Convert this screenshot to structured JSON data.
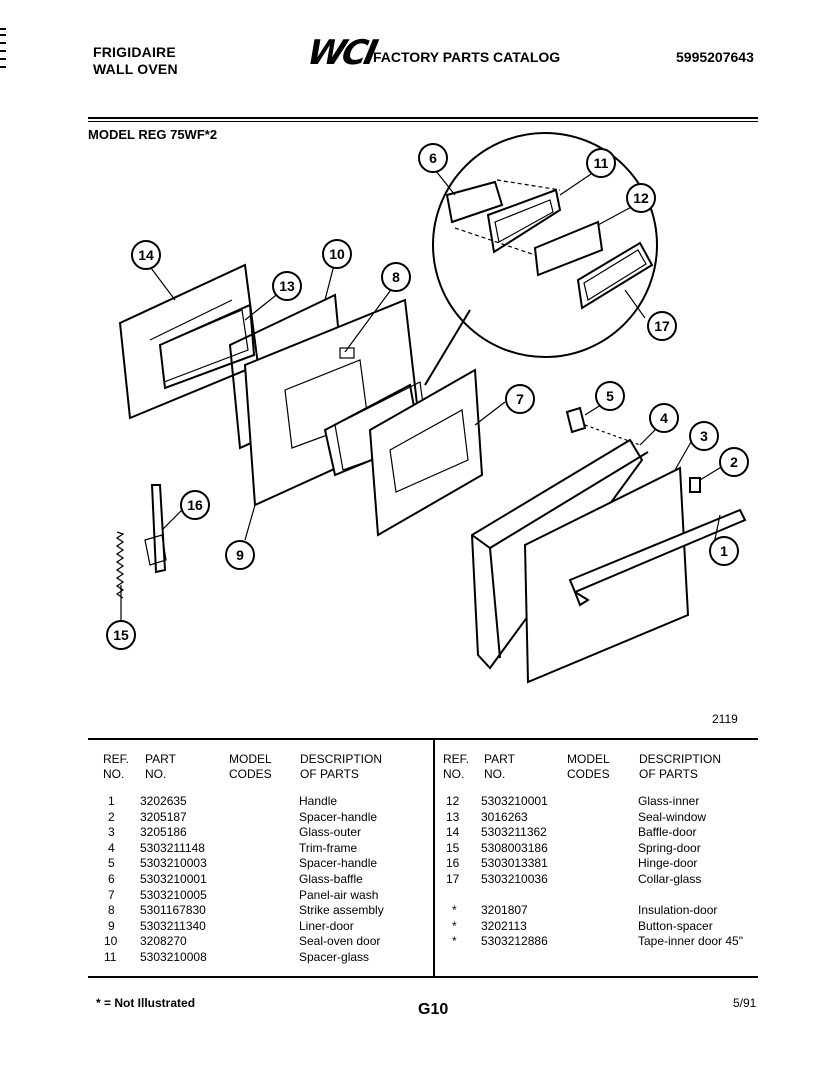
{
  "header": {
    "brand_line1": "FRIGIDAIRE",
    "brand_line2": "WALL OVEN",
    "logo_text": "WCI",
    "catalog_title": "FACTORY PARTS CATALOG",
    "catalog_number": "5995207643",
    "model_label": "MODEL REG 75WF*2"
  },
  "diagram": {
    "callouts": [
      "1",
      "2",
      "3",
      "4",
      "5",
      "6",
      "7",
      "8",
      "9",
      "10",
      "11",
      "12",
      "13",
      "14",
      "15",
      "16",
      "17"
    ],
    "figure_number": "2119"
  },
  "table": {
    "headers": {
      "ref": [
        "REF.",
        "NO."
      ],
      "part": [
        "PART",
        "NO."
      ],
      "model": [
        "MODEL",
        "CODES"
      ],
      "desc": [
        "DESCRIPTION",
        "OF PARTS"
      ]
    },
    "left_rows": [
      {
        "ref": "1",
        "part": "3202635",
        "desc": "Handle"
      },
      {
        "ref": "2",
        "part": "3205187",
        "desc": "Spacer-handle"
      },
      {
        "ref": "3",
        "part": "3205186",
        "desc": "Glass-outer"
      },
      {
        "ref": "4",
        "part": "5303211148",
        "desc": "Trim-frame"
      },
      {
        "ref": "5",
        "part": "5303210003",
        "desc": "Spacer-handle"
      },
      {
        "ref": "6",
        "part": "5303210001",
        "desc": "Glass-baffle"
      },
      {
        "ref": "7",
        "part": "5303210005",
        "desc": "Panel-air wash"
      },
      {
        "ref": "8",
        "part": "5301167830",
        "desc": "Strike assembly"
      },
      {
        "ref": "9",
        "part": "5303211340",
        "desc": "Liner-door"
      },
      {
        "ref": "10",
        "part": "3208270",
        "desc": "Seal-oven door"
      },
      {
        "ref": "11",
        "part": "5303210008",
        "desc": "Spacer-glass"
      }
    ],
    "right_rows": [
      {
        "ref": "12",
        "part": "5303210001",
        "desc": "Glass-inner"
      },
      {
        "ref": "13",
        "part": "3016263",
        "desc": "Seal-window"
      },
      {
        "ref": "14",
        "part": "5303211362",
        "desc": "Baffle-door"
      },
      {
        "ref": "15",
        "part": "5308003186",
        "desc": "Spring-door"
      },
      {
        "ref": "16",
        "part": "5303013381",
        "desc": "Hinge-door"
      },
      {
        "ref": "17",
        "part": "5303210036",
        "desc": "Collar-glass"
      },
      {
        "ref": "",
        "part": "",
        "desc": ""
      },
      {
        "ref": "*",
        "part": "3201807",
        "desc": "Insulation-door"
      },
      {
        "ref": "*",
        "part": "3202113",
        "desc": "Button-spacer"
      },
      {
        "ref": "*",
        "part": "5303212886",
        "desc": "Tape-inner door 45\""
      }
    ]
  },
  "footer": {
    "not_illustrated": "* = Not Illustrated",
    "page_code": "G10",
    "date": "5/91"
  }
}
